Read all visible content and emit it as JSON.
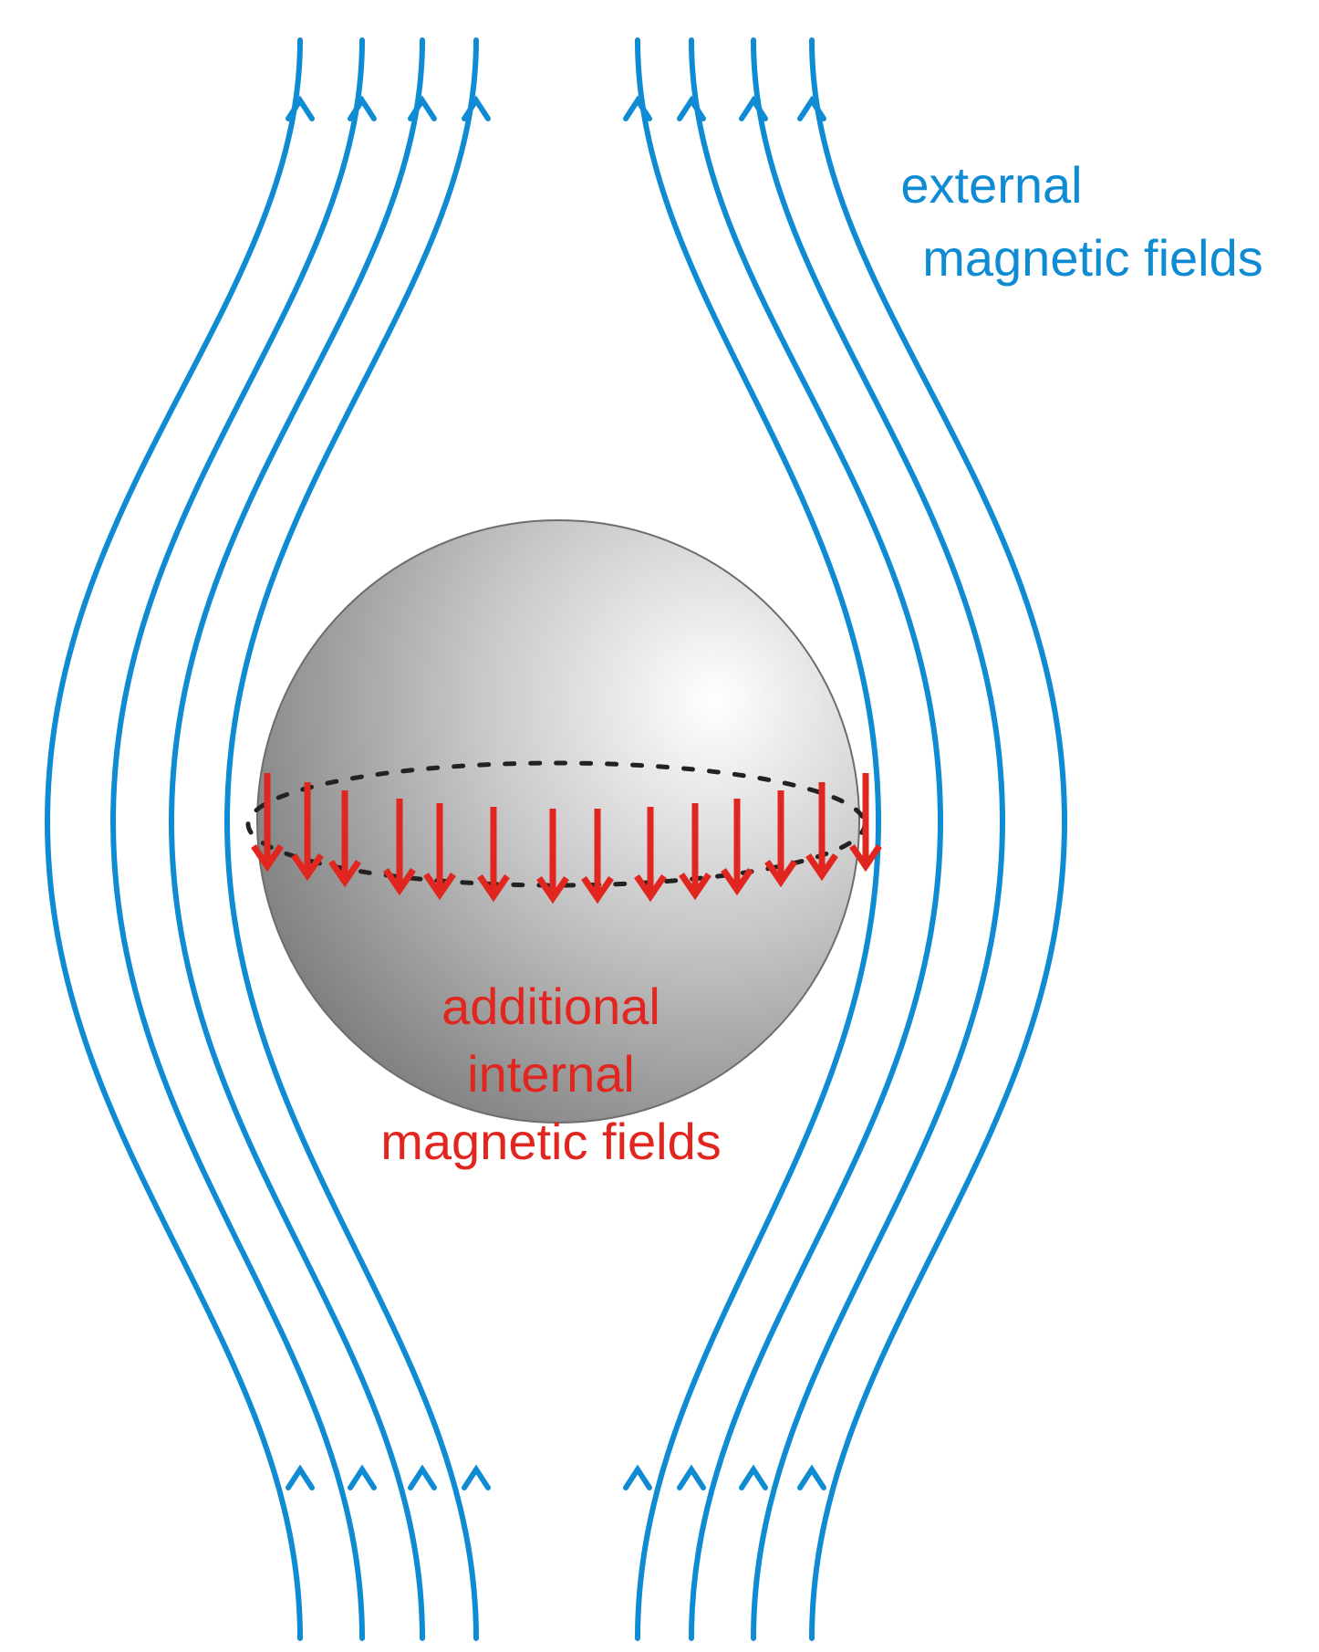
{
  "labels": {
    "external_line1": "external",
    "external_line2": "magnetic fields",
    "internal_line1": "additional",
    "internal_line2": "internal",
    "internal_line3": "magnetic fields"
  },
  "colors": {
    "field_line": "#0e8bd3",
    "internal_arrow": "#e0261f",
    "internal_text": "#e0261f",
    "equator": "#222222",
    "sphere_light": "#ffffff",
    "sphere_mid": "#c2c2c2",
    "sphere_dark": "#7a7a7a"
  },
  "field_lines": {
    "direction": "up",
    "count_left": 4,
    "count_right": 4
  },
  "internal_arrows": {
    "direction": "down",
    "count": 14
  }
}
